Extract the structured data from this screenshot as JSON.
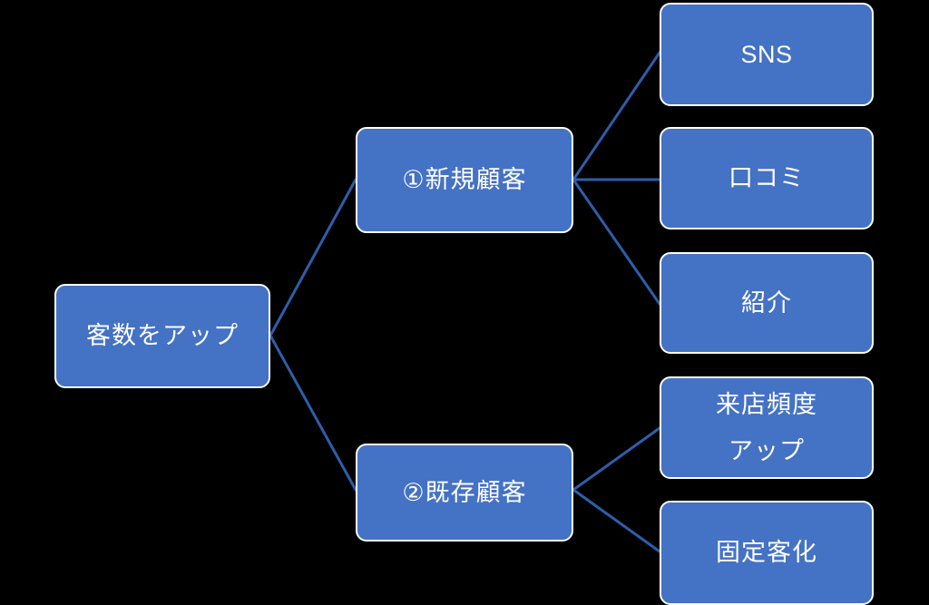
{
  "diagram": {
    "type": "logic-tree",
    "background_color": "#000000",
    "node_fill_color": "#4472C4",
    "node_border_color": "#FFFFFF",
    "node_text_color": "#FFFFFF",
    "connector_color": "#2E5EAA",
    "root": {
      "id": "root",
      "label": "客数をアップ"
    },
    "level2": [
      {
        "id": "new-customers",
        "label": "①新規顧客"
      },
      {
        "id": "existing-customers",
        "label": "②既存顧客"
      }
    ],
    "level3": [
      {
        "id": "sns",
        "label": "SNS",
        "parent": "new-customers"
      },
      {
        "id": "word-of-mouth",
        "label": "口コミ",
        "parent": "new-customers"
      },
      {
        "id": "referral",
        "label": "紹介",
        "parent": "new-customers"
      },
      {
        "id": "visit-frequency",
        "label_line1": "来店頻度",
        "label_line2": "アップ",
        "parent": "existing-customers"
      },
      {
        "id": "repeat-customer",
        "label": "固定客化",
        "parent": "existing-customers"
      }
    ],
    "connectors": [
      {
        "from": "root",
        "to": "new-customers"
      },
      {
        "from": "root",
        "to": "existing-customers"
      },
      {
        "from": "new-customers",
        "to": "sns"
      },
      {
        "from": "new-customers",
        "to": "word-of-mouth"
      },
      {
        "from": "new-customers",
        "to": "referral"
      },
      {
        "from": "existing-customers",
        "to": "visit-frequency"
      },
      {
        "from": "existing-customers",
        "to": "repeat-customer"
      }
    ]
  }
}
